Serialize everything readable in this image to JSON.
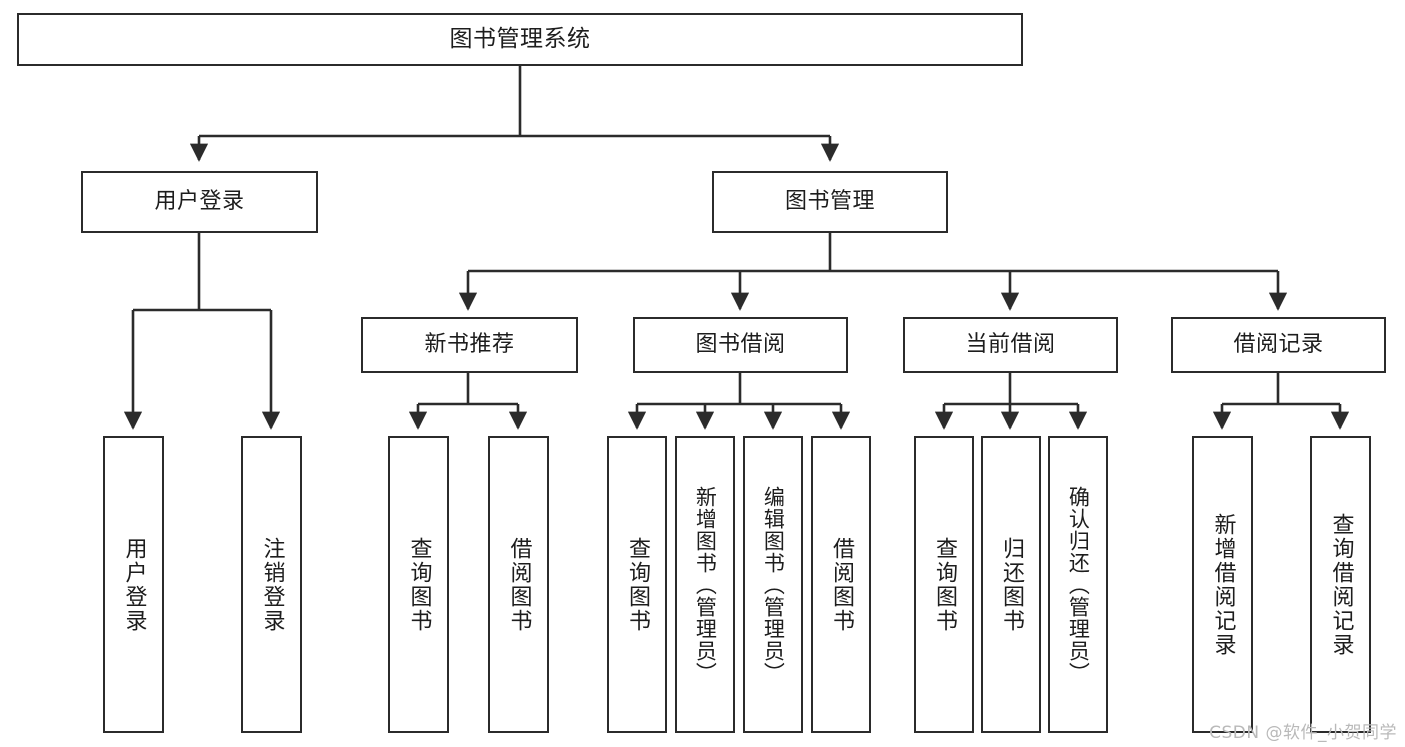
{
  "diagram": {
    "title": "图书管理系统",
    "type": "tree",
    "watermark": "CSDN @软件_小贺同学",
    "colors": {
      "stroke": "#2b2b2b",
      "fill": "#ffffff",
      "text": "#1d1d1d",
      "watermark": "#b9b9b9"
    },
    "nodes": {
      "root": {
        "label": "图书管理系统"
      },
      "level2": [
        {
          "label": "用户登录"
        },
        {
          "label": "图书管理"
        }
      ],
      "level3": [
        {
          "label": "新书推荐"
        },
        {
          "label": "图书借阅"
        },
        {
          "label": "当前借阅"
        },
        {
          "label": "借阅记录"
        }
      ],
      "user_login_children": [
        {
          "label": "用户登录"
        },
        {
          "label": "注销登录"
        }
      ],
      "new_book_children": [
        {
          "label": "查询图书"
        },
        {
          "label": "借阅图书"
        }
      ],
      "borrow_children": [
        {
          "label": "查询图书"
        },
        {
          "label": "新增图书（管理员）"
        },
        {
          "label": "编辑图书（管理员）"
        },
        {
          "label": "借阅图书"
        }
      ],
      "current_borrow_children": [
        {
          "label": "查询图书"
        },
        {
          "label": "归还图书"
        },
        {
          "label": "确认归还（管理员）"
        }
      ],
      "record_children": [
        {
          "label": "新增借阅记录"
        },
        {
          "label": "查询借阅记录"
        }
      ]
    }
  }
}
